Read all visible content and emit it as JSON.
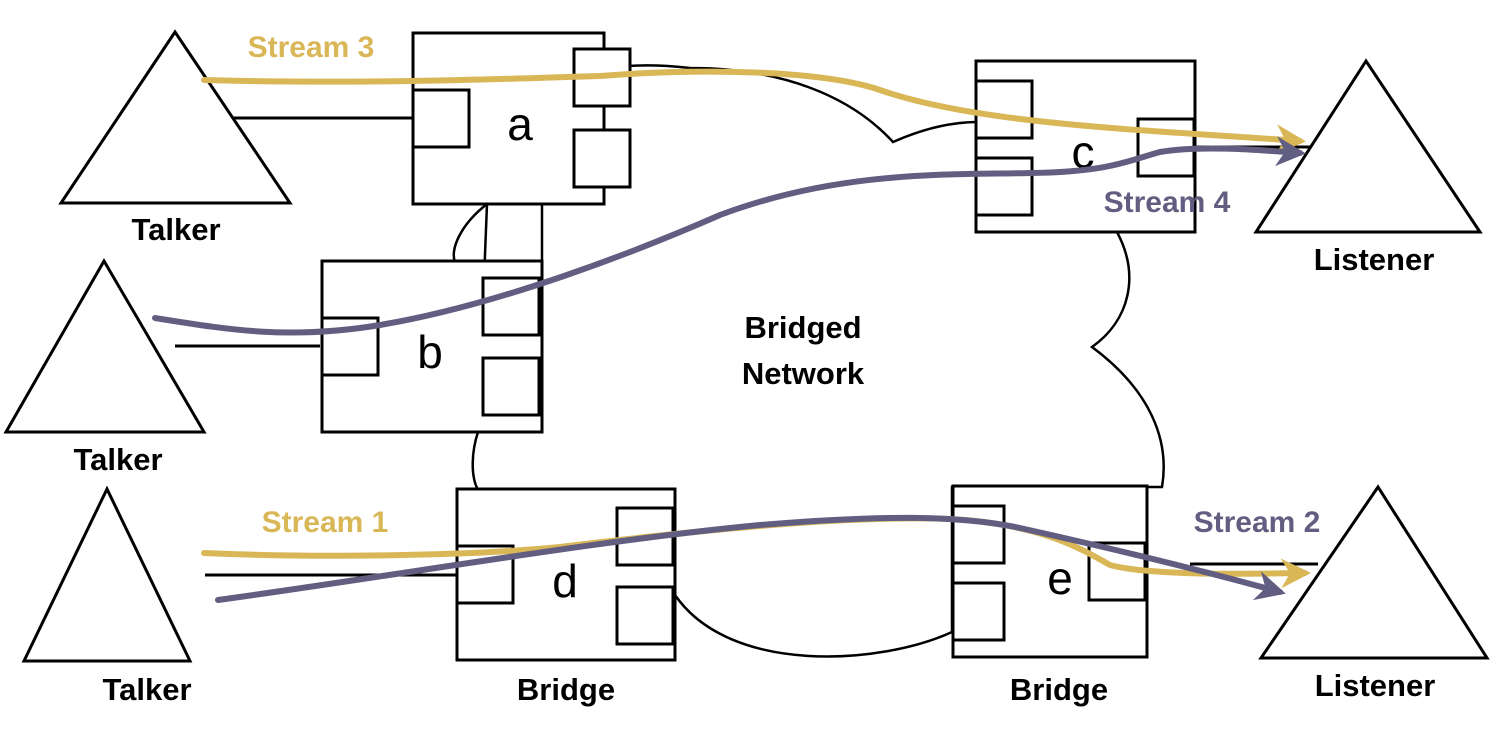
{
  "diagram": {
    "network_label_line1": "Bridged",
    "network_label_line2": "Network",
    "colors": {
      "stream_gold": "#D9B656",
      "stream_purple": "#615E81",
      "outline": "#000000",
      "background": "#FFFFFF"
    },
    "talkers": [
      {
        "id": "talker-top",
        "label": "Talker"
      },
      {
        "id": "talker-middle",
        "label": "Talker"
      },
      {
        "id": "talker-bottom",
        "label": "Talker"
      }
    ],
    "listeners": [
      {
        "id": "listener-top",
        "label": "Listener"
      },
      {
        "id": "listener-bottom",
        "label": "Listener"
      }
    ],
    "bridges": [
      {
        "id": "a",
        "letter": "a",
        "caption": ""
      },
      {
        "id": "b",
        "letter": "b",
        "caption": ""
      },
      {
        "id": "c",
        "letter": "c",
        "caption": ""
      },
      {
        "id": "d",
        "letter": "d",
        "caption": "Bridge"
      },
      {
        "id": "e",
        "letter": "e",
        "caption": "Bridge"
      }
    ],
    "streams": [
      {
        "id": "stream-1",
        "label": "Stream 1",
        "color": "#D9B656",
        "from": "talker-bottom",
        "to": "listener-bottom",
        "via": [
          "d",
          "e"
        ]
      },
      {
        "id": "stream-2",
        "label": "Stream 2",
        "color": "#615E81",
        "from": "talker-bottom",
        "to": "listener-bottom",
        "via": [
          "d",
          "e"
        ]
      },
      {
        "id": "stream-3",
        "label": "Stream 3",
        "color": "#D9B656",
        "from": "talker-top",
        "to": "listener-top",
        "via": [
          "a",
          "c"
        ]
      },
      {
        "id": "stream-4",
        "label": "Stream 4",
        "color": "#615E81",
        "from": "talker-middle",
        "to": "listener-top",
        "via": [
          "b",
          "c"
        ]
      }
    ]
  }
}
